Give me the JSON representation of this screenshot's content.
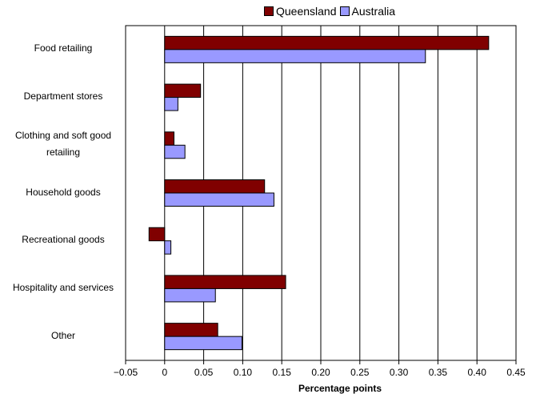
{
  "chart_data": {
    "type": "bar",
    "orientation": "horizontal",
    "categories": [
      "Food retailing",
      "Department stores",
      "Clothing and soft good retailing",
      "Household goods",
      "Recreational goods",
      "Hospitality and services",
      "Other"
    ],
    "category_lines": [
      [
        "Food retailing"
      ],
      [
        "Department stores"
      ],
      [
        "Clothing and soft good",
        "retailing"
      ],
      [
        "Household goods"
      ],
      [
        "Recreational goods"
      ],
      [
        "Hospitality and services"
      ],
      [
        "Other"
      ]
    ],
    "series": [
      {
        "name": "Queensland",
        "color": "#800000",
        "values": [
          0.415,
          0.046,
          0.012,
          0.128,
          -0.02,
          0.155,
          0.068
        ]
      },
      {
        "name": "Australia",
        "color": "#9999ff",
        "values": [
          0.334,
          0.017,
          0.026,
          0.14,
          0.008,
          0.065,
          0.099
        ]
      }
    ],
    "xlim": [
      -0.05,
      0.45
    ],
    "xticks": [
      -0.05,
      0,
      0.05,
      0.1,
      0.15,
      0.2,
      0.25,
      0.3,
      0.35,
      0.4,
      0.45
    ],
    "xtick_labels": [
      "−0.05",
      "0",
      "0.05",
      "0.10",
      "0.15",
      "0.20",
      "0.25",
      "0.30",
      "0.35",
      "0.40",
      "0.45"
    ],
    "xlabel": "Percentage points",
    "grid": "vertical",
    "legend_position": "top"
  }
}
